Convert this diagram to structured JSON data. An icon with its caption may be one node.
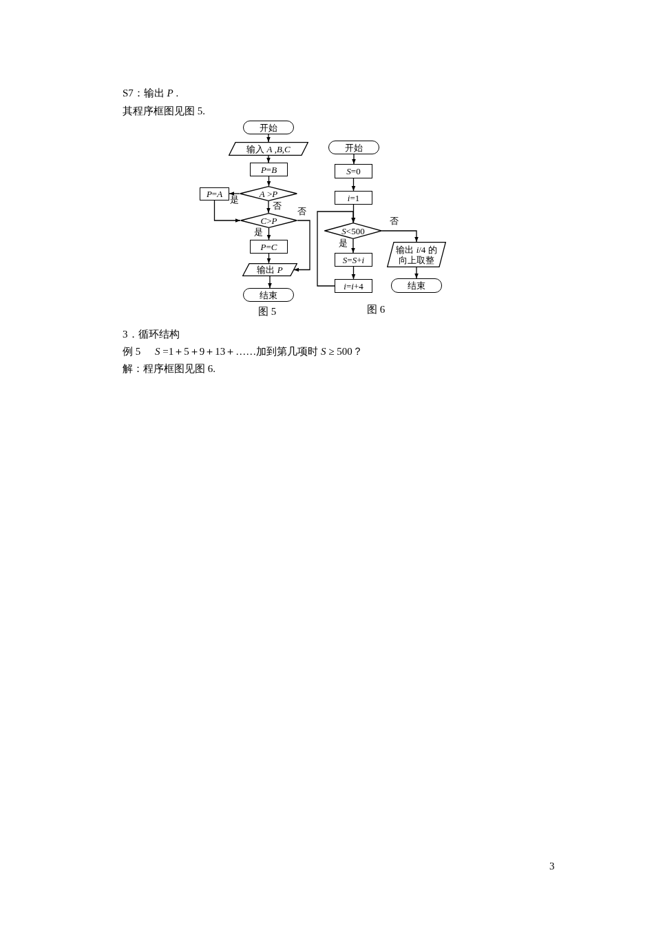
{
  "diagram": {
    "nodes": [
      {
        "text": [
          "开始"
        ]
      },
      {
        "text": [
          "输入 *A* ,*B*,*C*"
        ]
      },
      {
        "text": [
          "*P*=*B*"
        ]
      },
      {
        "text": [
          "*A* >*P*"
        ]
      },
      {
        "text": [
          "*P*=*A*"
        ]
      },
      {
        "text": [
          "*C*>*P*"
        ]
      },
      {
        "text": [
          "*P*=*C*"
        ]
      },
      {
        "text": [
          "输出 *P*"
        ]
      },
      {
        "text": [
          "结束"
        ]
      },
      {
        "text": [
          "开始"
        ]
      },
      {
        "text": [
          "*S*=0"
        ]
      },
      {
        "text": [
          "*i*=1"
        ]
      },
      {
        "text": [
          "*S*<500"
        ]
      },
      {
        "text": [
          "*S*=*S*+*i*"
        ]
      },
      {
        "text": [
          "*i*=*i*+4"
        ]
      },
      {
        "text": [
          "输出 *i*/4 的向上取整"
        ]
      },
      {
        "text": [
          "结束"
        ]
      }
    ],
    "edges": [
      {
        "from": 0,
        "to": 1,
        "arrow": "to"
      },
      {
        "from": 1,
        "to": 2,
        "arrow": "to"
      },
      {
        "from": 2,
        "to": 3,
        "arrow": "to"
      },
      {
        "from": 3,
        "to": 4,
        "arrow": "to",
        "label": "是"
      },
      {
        "from": 3,
        "to": 5,
        "arrow": "to",
        "label": "否"
      },
      {
        "from": 4,
        "to": 5,
        "arrow": "to"
      },
      {
        "from": 5,
        "to": 6,
        "arrow": "to",
        "label": "是"
      },
      {
        "from": 5,
        "to": 7,
        "arrow": "to",
        "label": "否"
      },
      {
        "from": 6,
        "to": 7,
        "arrow": "to"
      },
      {
        "from": 7,
        "to": 8,
        "arrow": "to"
      },
      {
        "from": 9,
        "to": 10,
        "arrow": "to"
      },
      {
        "from": 10,
        "to": 11,
        "arrow": "to"
      },
      {
        "from": 11,
        "to": 12,
        "arrow": "to"
      },
      {
        "from": 12,
        "to": 13,
        "arrow": "to",
        "label": "是"
      },
      {
        "from": 13,
        "to": 14,
        "arrow": "to"
      },
      {
        "from": 14,
        "to": 12,
        "arrow": "to"
      },
      {
        "from": 12,
        "to": 15,
        "arrow": "to",
        "label": "否"
      },
      {
        "from": 15,
        "to": 16,
        "arrow": "to"
      }
    ],
    "labels": [
      "S7：输出 *P* .",
      "其程序框图见图 5.",
      "图 5",
      "图 6",
      "3．循环结构",
      "例 5",
      "*S* =1＋5＋9＋13＋……加到第几项时 *S* ≥ 500？",
      "解：程序框图见图 6.",
      "3"
    ]
  }
}
